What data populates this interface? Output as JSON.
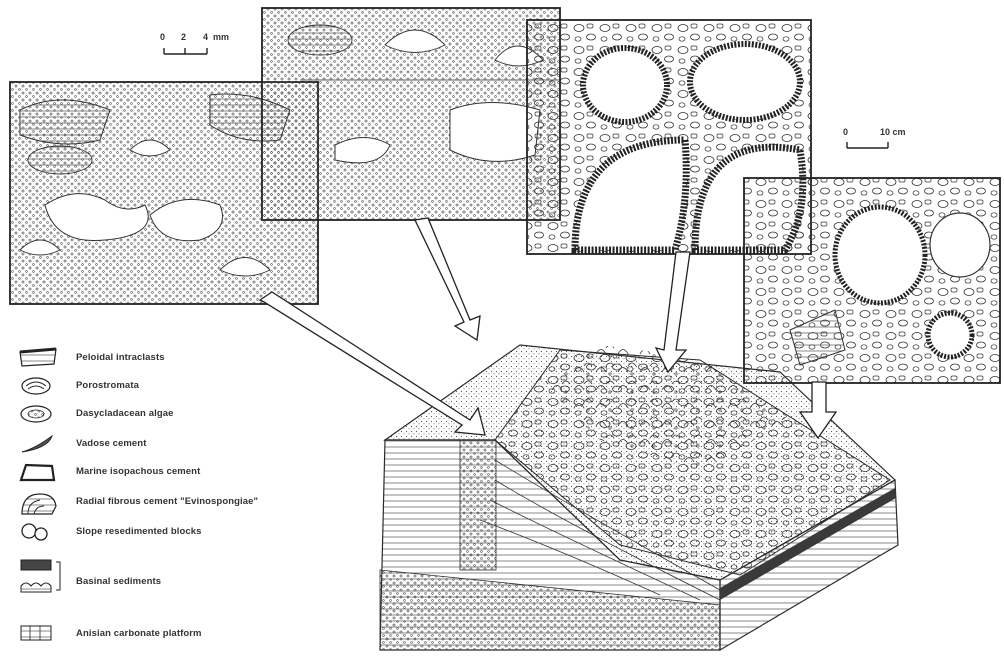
{
  "legend": {
    "items": [
      {
        "key": "peloidal",
        "label": "Peloidal intraclasts"
      },
      {
        "key": "porostromata",
        "label": "Porostromata"
      },
      {
        "key": "dasycladacean",
        "label": "Dasycladacean algae"
      },
      {
        "key": "vadose",
        "label": "Vadose cement"
      },
      {
        "key": "isopachous",
        "label": "Marine isopachous cement"
      },
      {
        "key": "radial",
        "label": "Radial fibrous cement \"Evinospongiae\""
      },
      {
        "key": "slope",
        "label": "Slope resedimented blocks"
      },
      {
        "key": "basinal",
        "label": "Basinal sediments"
      },
      {
        "key": "anisian",
        "label": "Anisian carbonate platform"
      }
    ]
  },
  "scales": {
    "left": {
      "ticks": [
        "0",
        "2",
        "4"
      ],
      "unit": "mm"
    },
    "right": {
      "ticks": [
        "0"
      ],
      "label": "10 cm"
    }
  },
  "colors": {
    "ink": "#2b2b2b",
    "paper": "#ffffff",
    "hatch": "#555555"
  }
}
